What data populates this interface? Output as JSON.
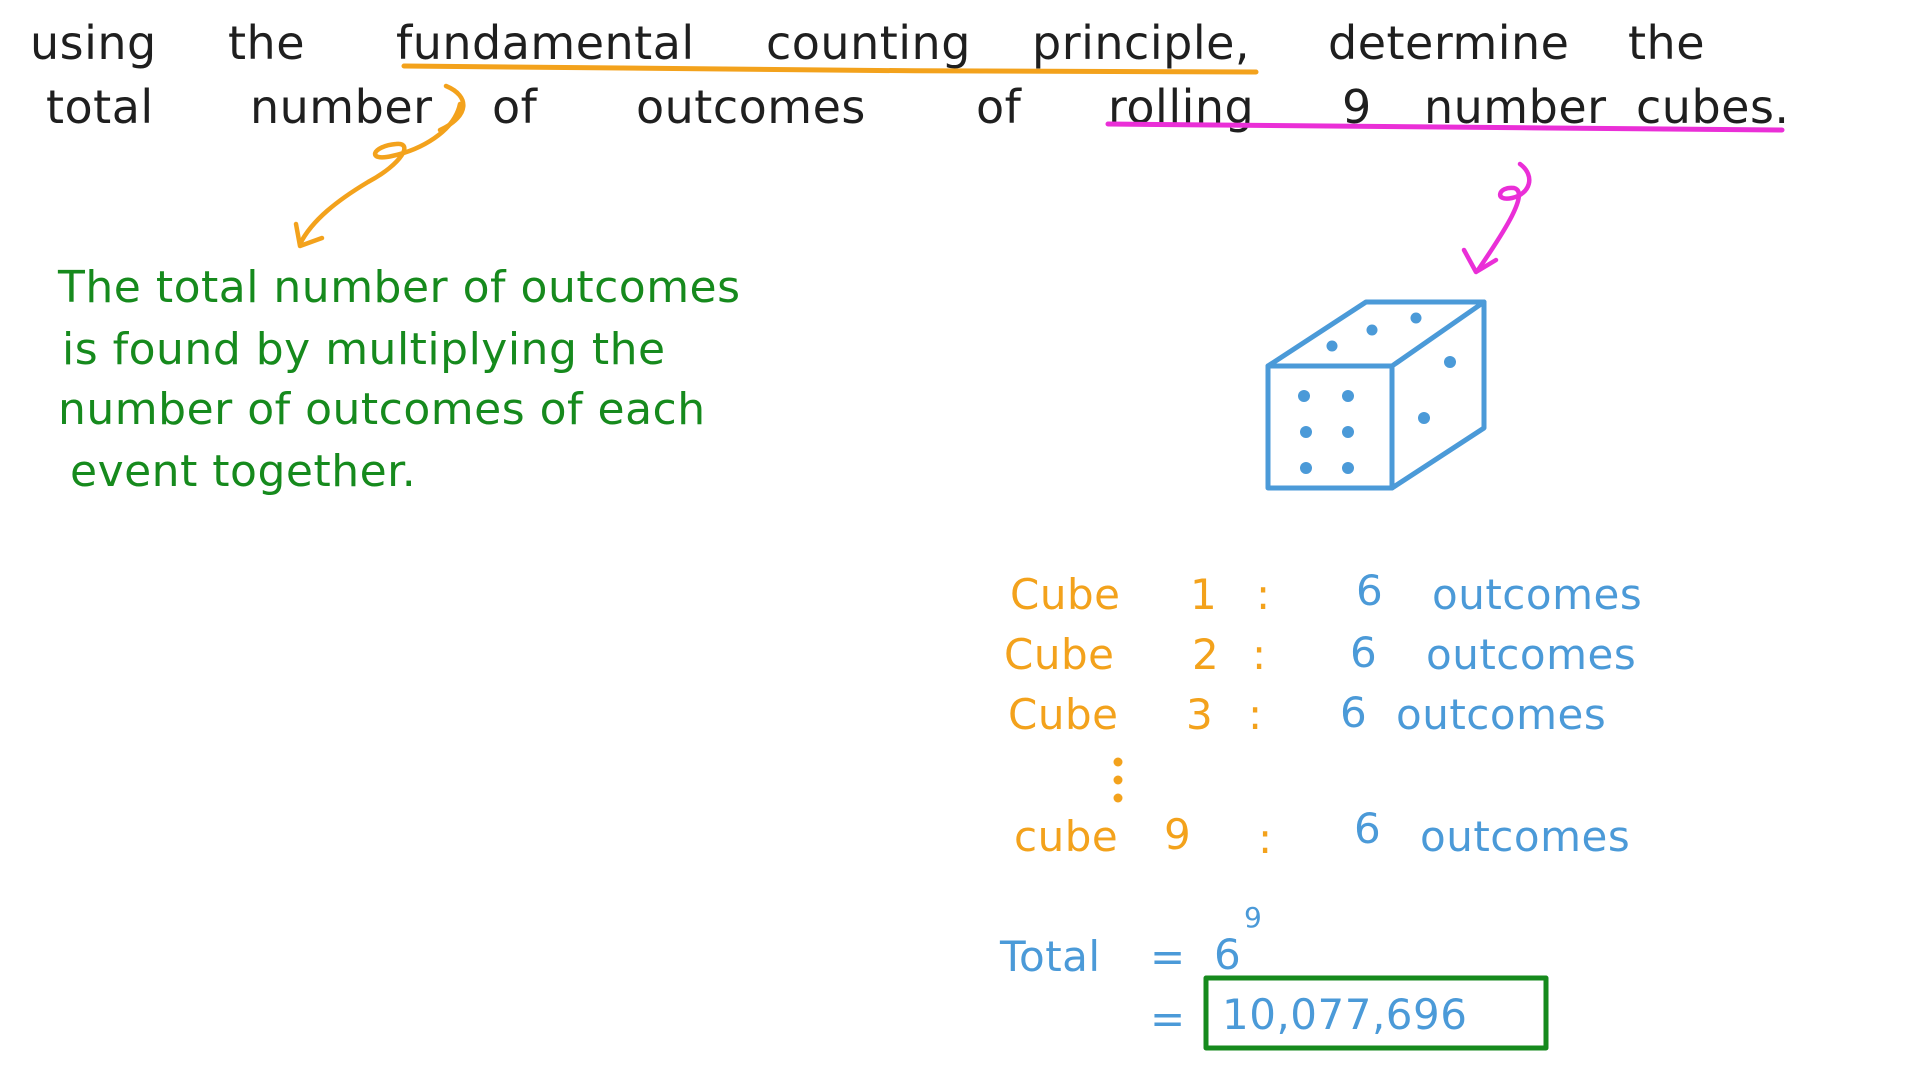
{
  "colors": {
    "question_ink": "#1f1f1f",
    "note_ink": "#168a1d",
    "label_ink": "#f3a21c",
    "value_ink": "#4b9ad8",
    "highlight_pink": "#ea2fd7",
    "highlight_orange": "#f3a21c",
    "answer_box": "#168a1d"
  },
  "question": {
    "line1": [
      "using",
      "the",
      "fundamental",
      "counting",
      "principle,",
      "determine",
      "the"
    ],
    "line2": [
      "total",
      "number",
      "of",
      "outcomes",
      "of",
      "rolling",
      "9",
      "number",
      "cubes."
    ]
  },
  "note": {
    "lines": [
      "The total number of outcomes",
      "is found by multiplying the",
      "number of outcomes of each",
      "event together."
    ]
  },
  "cube_rows": [
    {
      "label": "Cube",
      "index": "1",
      "sep": ":",
      "count": "6",
      "unit": "outcomes"
    },
    {
      "label": "Cube",
      "index": "2",
      "sep": ":",
      "count": "6",
      "unit": "outcomes"
    },
    {
      "label": "Cube",
      "index": "3",
      "sep": ":",
      "count": "6",
      "unit": "outcomes"
    },
    {
      "label": "cube",
      "index": "9",
      "sep": ":",
      "count": "6",
      "unit": "outcomes"
    }
  ],
  "calc": {
    "total_label": "Total",
    "equals": "=",
    "base": "6",
    "exponent": "9",
    "result": "10,077,696"
  },
  "icons": {
    "die": "dice-icon",
    "orange_arrow": "curved-arrow-down-left-icon",
    "pink_arrow": "curved-arrow-down-icon",
    "ellipsis": "vertical-ellipsis-icon"
  }
}
